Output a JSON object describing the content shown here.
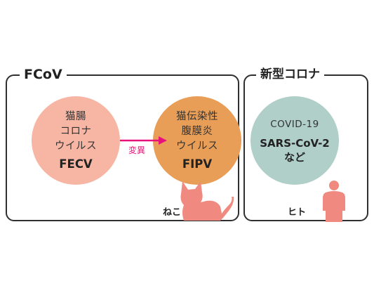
{
  "fcov_group": {
    "title": "FCoV",
    "fecv": {
      "lines": [
        "猫腸",
        "コロナ",
        "ウイルス"
      ],
      "abbr": "FECV"
    },
    "mutation_label": "変異",
    "fipv": {
      "lines": [
        "猫伝染性",
        "腹膜炎",
        "ウイルス"
      ],
      "abbr": "FIPV"
    },
    "host_label": "ねこ"
  },
  "new_corona_group": {
    "title": "新型コロナ",
    "covid": {
      "line1": "COVID-19",
      "line2": "SARS-CoV-2",
      "line3": "など"
    },
    "host_label": "ヒト"
  },
  "colors": {
    "fecv_circle": "#f7b5a3",
    "fipv_circle": "#e89e57",
    "covid_circle": "#b0cfc8",
    "arrow": "#e6127c",
    "silhouette": "#f08a80"
  },
  "icons": [
    "cat-silhouette-icon",
    "human-silhouette-icon",
    "arrow-right-icon"
  ]
}
